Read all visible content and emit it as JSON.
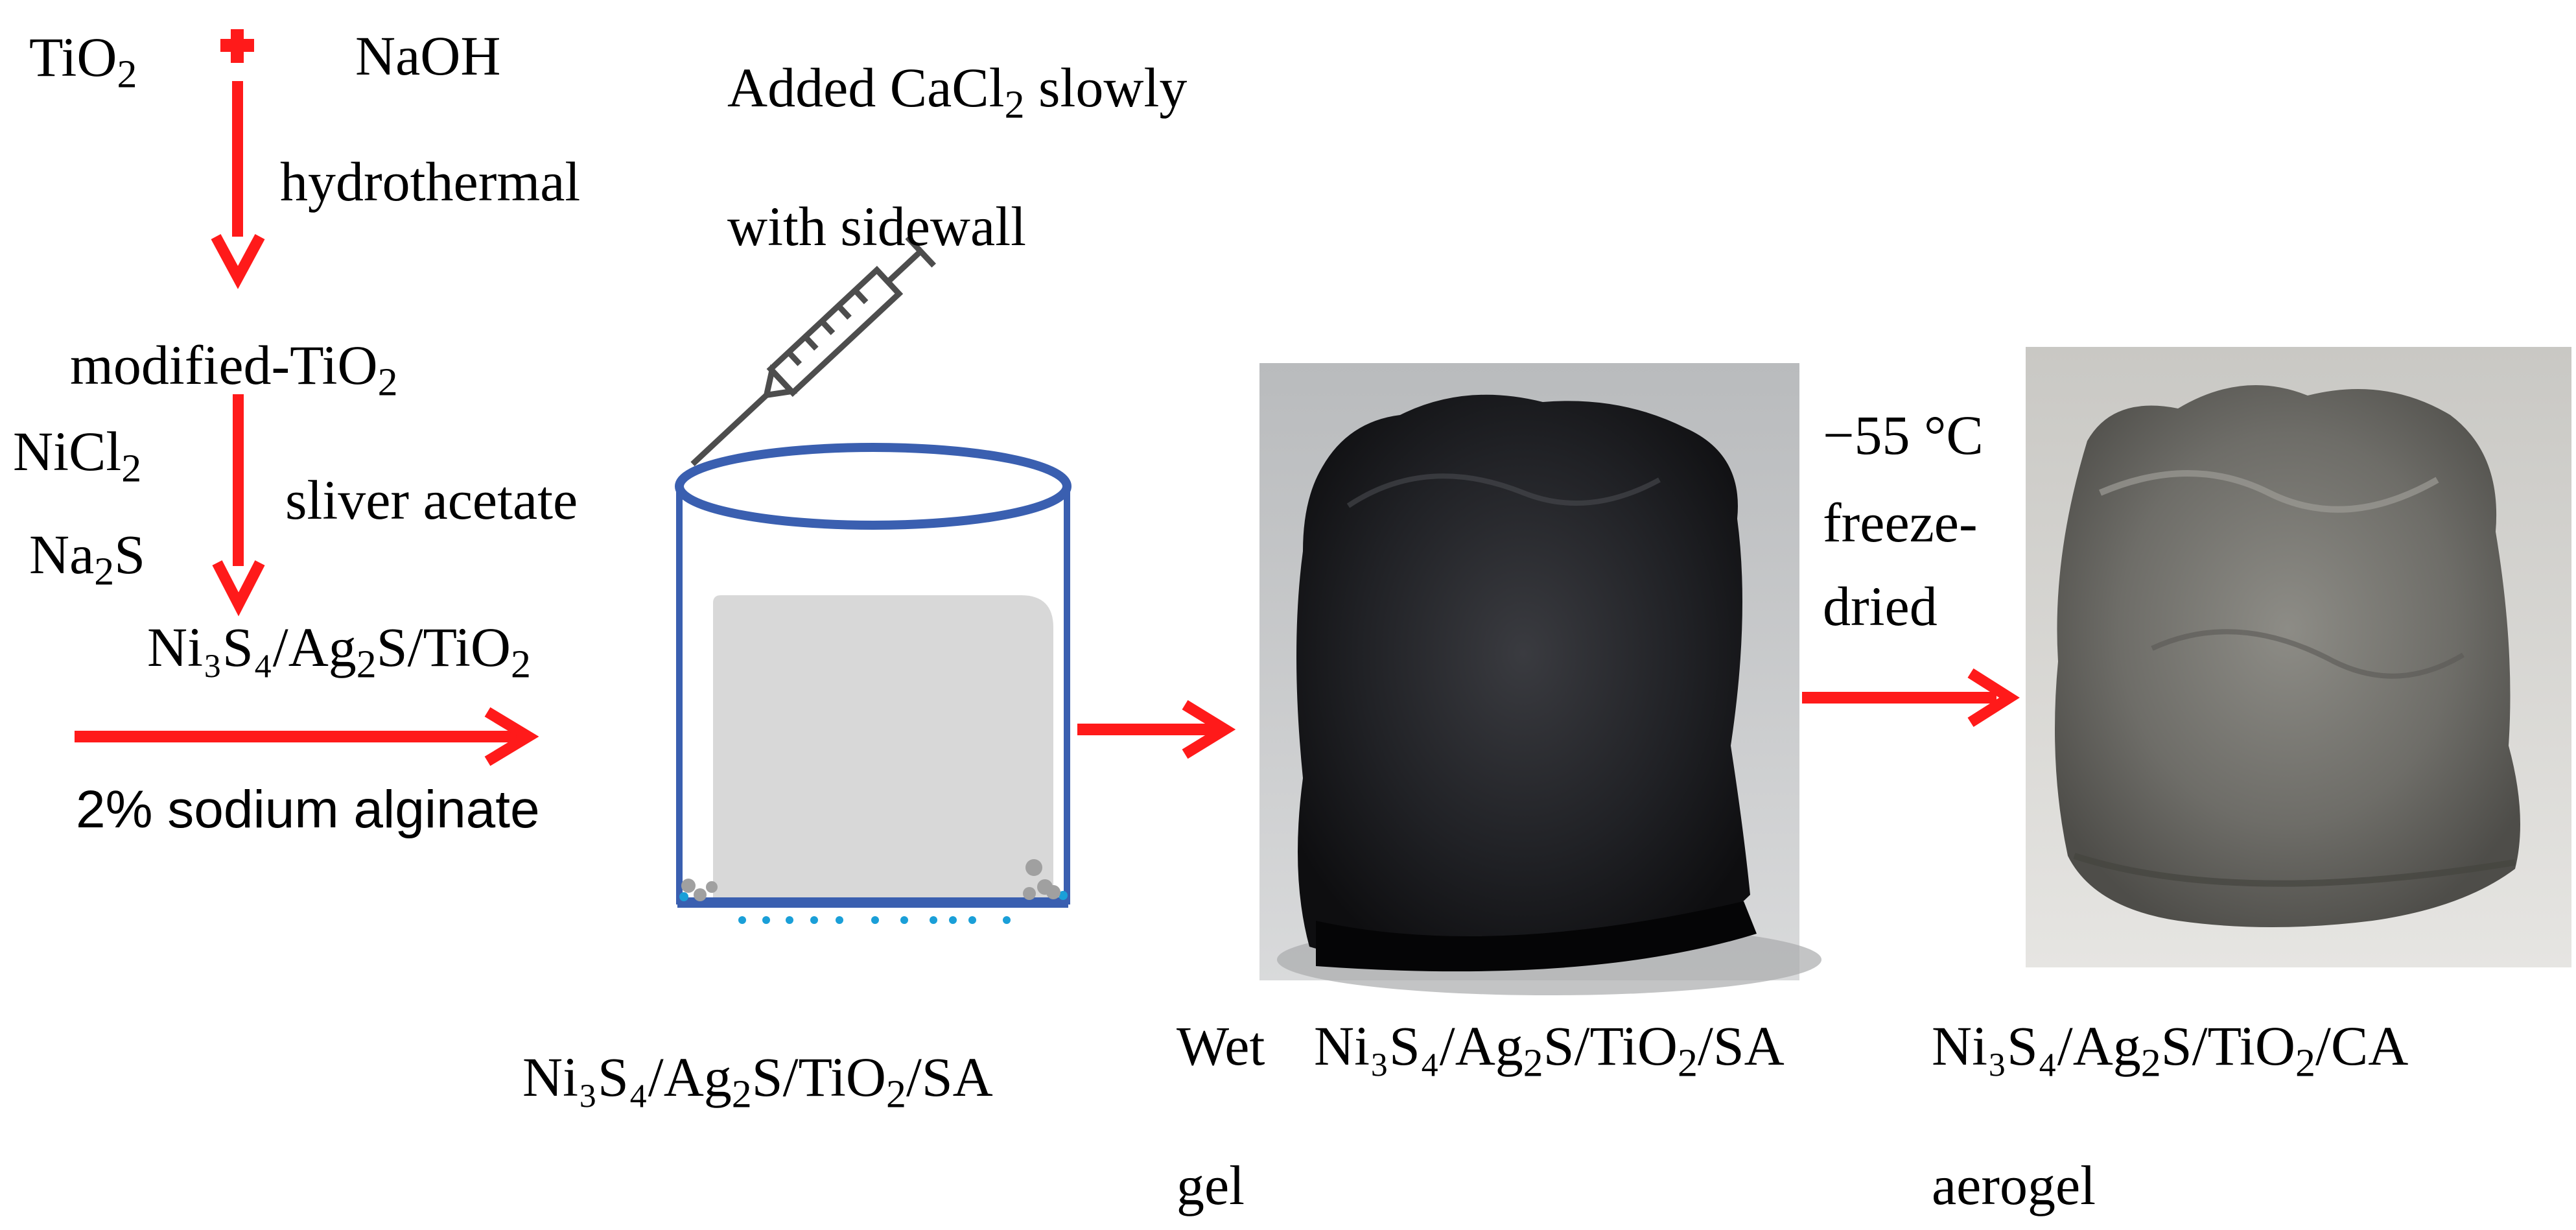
{
  "diagram": {
    "reagents": {
      "tio2": {
        "base": "TiO",
        "sub": "2"
      },
      "plus": "+",
      "naoh": "NaOH",
      "nicl2": {
        "base": "NiCl",
        "sub": "2"
      },
      "na2s": {
        "base": "Na",
        "sub": "2",
        "tail": "S"
      }
    },
    "steps": {
      "hydrothermal": "hydrothermal",
      "modified_tio2": {
        "base": "modified-TiO",
        "sub": "2"
      },
      "sliver_acetate": "sliver acetate",
      "composite": {
        "a": "Ni₃S₄/Ag",
        "a_sub": "2",
        "b": "S/TiO",
        "b_sub": "2"
      },
      "sodium_alginate": "2% sodium alginate",
      "cacl2_line1": {
        "pre": "Added CaCl",
        "sub": "2",
        "post": " slowly"
      },
      "cacl2_line2": "with sidewall",
      "freeze_line1": "−55 °C",
      "freeze_line2": "freeze-",
      "freeze_line3": "dried"
    },
    "products": {
      "sa": {
        "a": "Ni₃S₄/Ag",
        "a_sub": "2",
        "b": "S/TiO",
        "b_sub": "2",
        "c": "/SA"
      },
      "wet_gel_word1": "Wet",
      "wet_gel_word2": "gel",
      "wet_gel": {
        "a": "Ni₃S₄/Ag",
        "a_sub": "2",
        "b": "S/TiO",
        "b_sub": "2",
        "c": "/SA"
      },
      "ca": {
        "a": "Ni₃S₄/Ag",
        "a_sub": "2",
        "b": "S/TiO",
        "b_sub": "2",
        "c": "/CA"
      },
      "aerogel": "aerogel"
    },
    "colors": {
      "arrow": "#ff1a1a",
      "beaker": "#3a5fb0",
      "syringe": "#4d4d4d",
      "gel_fill": "#d8d8d8",
      "particles": "#1a9fd8"
    }
  }
}
